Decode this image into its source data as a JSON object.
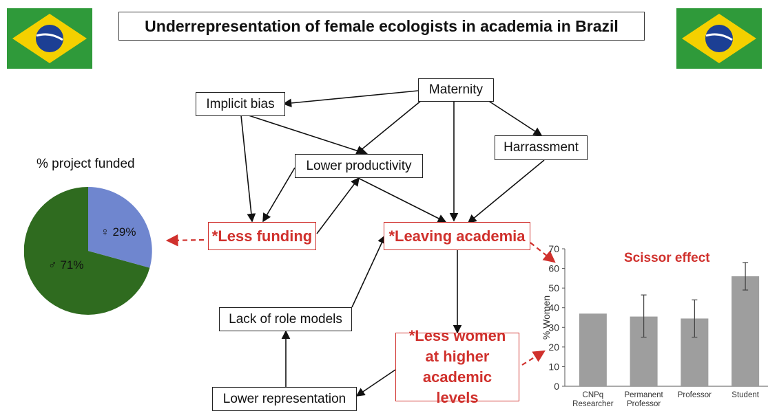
{
  "title": "Underrepresentation of female ecologists in academia in Brazil",
  "flags": {
    "left": "brazil-flag",
    "right": "brazil-flag"
  },
  "colors": {
    "accent_red": "#d0312d",
    "flag_green": "#2f9a3a",
    "flag_yellow": "#f4d000",
    "flag_blue": "#1c3f94",
    "pie_female": "#6f86cf",
    "pie_male": "#2f6b1f",
    "bar": "#9e9e9e"
  },
  "nodes": {
    "maternity": "Maternity",
    "implicit_bias": "Implicit bias",
    "harrassment": "Harrassment",
    "lower_productivity": "Lower productivity",
    "less_funding": "*Less funding",
    "leaving_academia": "*Leaving academia",
    "lack_of_role_models": "Lack of role models",
    "less_women": "*Less women at higher academic levels",
    "lower_representation": "Lower representation"
  },
  "pie": {
    "title": "% project funded",
    "female_label": "♀ 29%",
    "male_label": "♂ 71%"
  },
  "chart_data": {
    "type": "bar",
    "title": "Scissor effect",
    "ylabel": "% Women",
    "xlabel": "",
    "ylim": [
      0,
      70
    ],
    "yticks": [
      0,
      10,
      20,
      30,
      40,
      50,
      60,
      70
    ],
    "categories": [
      [
        "CNPq",
        "Researcher"
      ],
      [
        "Permanent",
        "Professor"
      ],
      [
        "Professor"
      ],
      [
        "Student"
      ]
    ],
    "values": [
      37,
      35.5,
      34.5,
      56
    ],
    "error_low": [
      null,
      25,
      25,
      49
    ],
    "error_high": [
      null,
      46.5,
      44,
      63
    ],
    "grid": false
  }
}
